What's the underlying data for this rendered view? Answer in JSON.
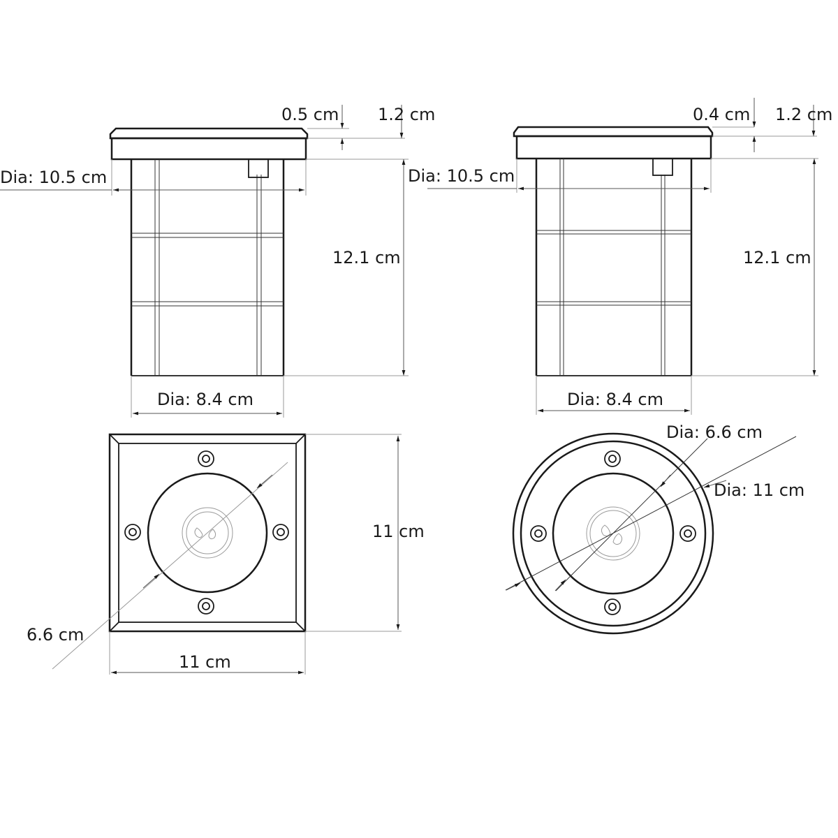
{
  "diagram": {
    "title": "In-ground light fixture dimension drawing",
    "views": {
      "square_side": {
        "top_flange_label": "0.5 cm",
        "head_height_label": "1.2 cm",
        "head_diameter_label": "Dia: 10.5 cm",
        "body_height_label": "12.1 cm",
        "body_diameter_label": "Dia: 8.4 cm"
      },
      "round_side": {
        "top_flange_label": "0.4 cm",
        "head_height_label": "1.2 cm",
        "head_diameter_label": "Dia: 10.5 cm",
        "body_height_label": "12.1 cm",
        "body_diameter_label": "Dia: 8.4 cm"
      },
      "square_top": {
        "height_label": "11 cm",
        "width_label": "11 cm",
        "inner_diameter_label": "6.6 cm"
      },
      "round_top": {
        "inner_diameter_label": "Dia: 6.6 cm",
        "outer_diameter_label": "Dia: 11 cm"
      }
    }
  }
}
